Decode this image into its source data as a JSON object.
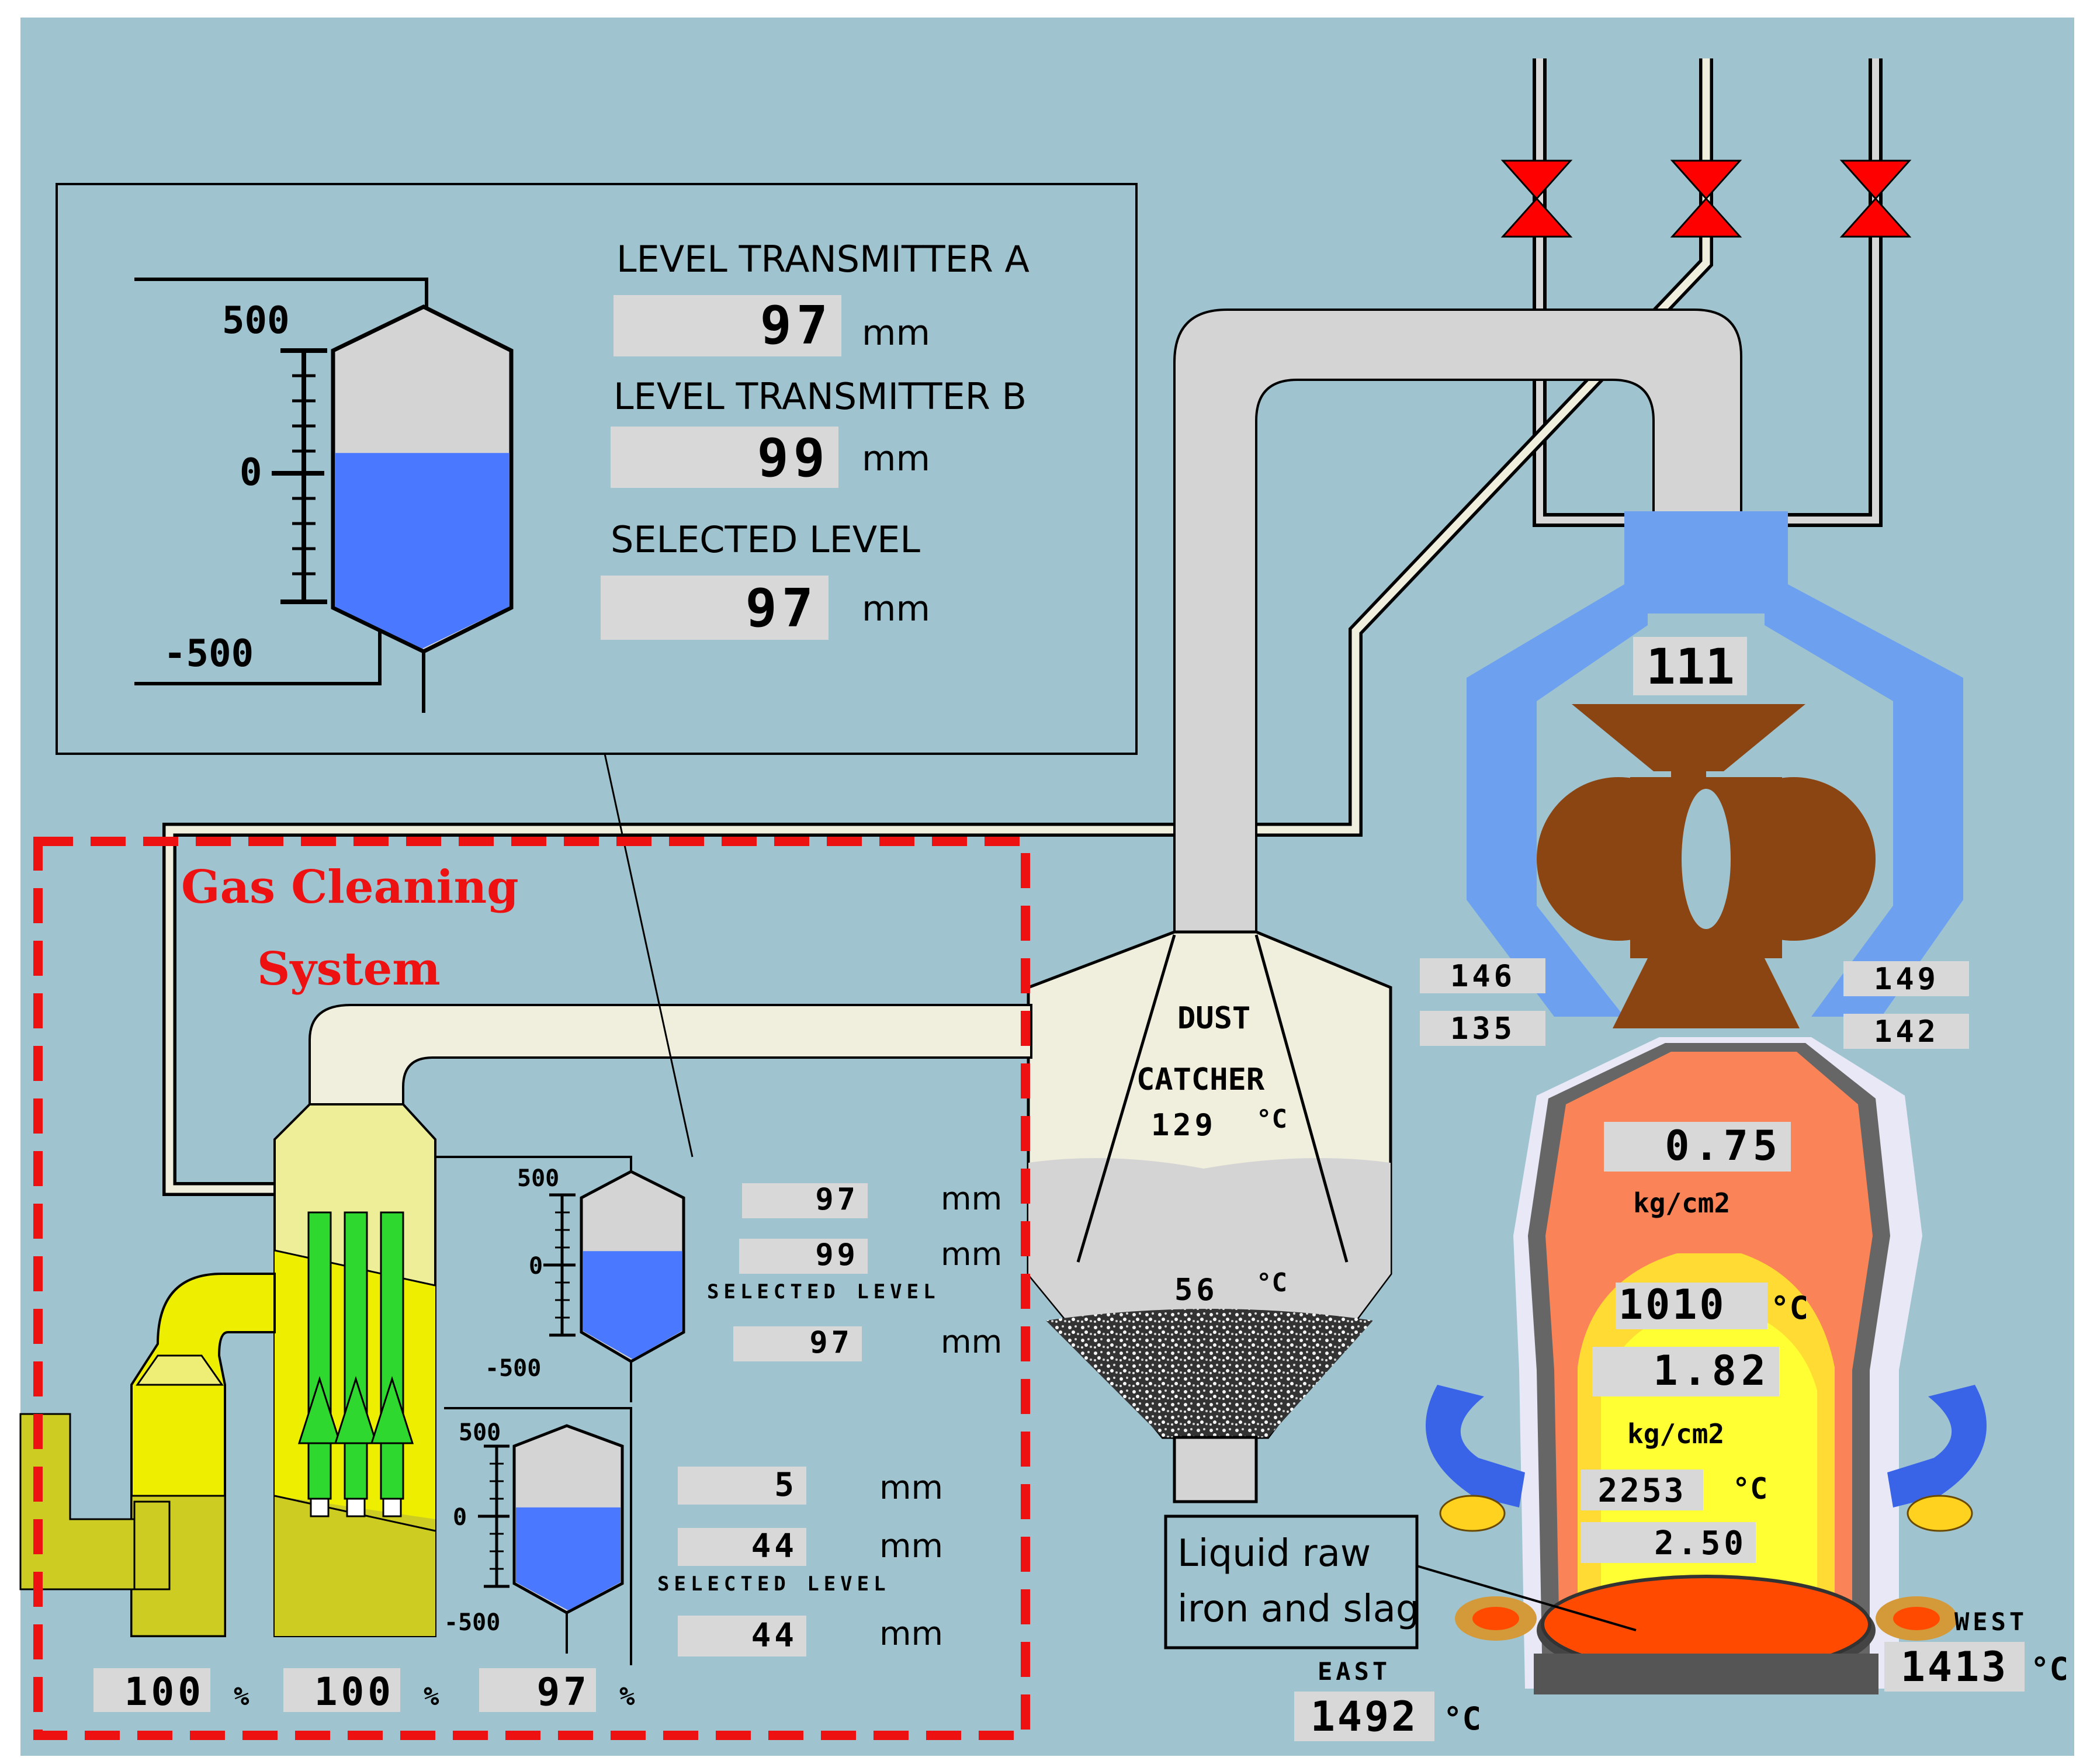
{
  "colors": {
    "background": "#9fc4d0",
    "pipe_gray": "#d4d4d4",
    "gas_pipe_cream": "#f0eedc",
    "valve_red": "#ff0000",
    "hood_blue": "#6da0ee",
    "hopper_brown": "#8b4513",
    "furnace_orange": "#fa8358",
    "furnace_yellow": "#ffff33",
    "liquid_red": "#ff4a00",
    "tank_fill_blue": "#4a78ff",
    "scrubber_yellow": "#eeee00",
    "filter_green": "#2ed82e",
    "highlight_red": "#ee1111",
    "readout_box": "#d8d8d8"
  },
  "inset_panel": {
    "scale_top": "500",
    "scale_mid": "0",
    "scale_bottom": "-500",
    "tank_level_fraction": 0.6,
    "transmitter_a_label": "LEVEL TRANSMITTER A",
    "transmitter_a_value": "97",
    "transmitter_b_label": "LEVEL TRANSMITTER B",
    "transmitter_b_value": "99",
    "selected_label": "SELECTED LEVEL",
    "selected_value": "97",
    "unit": "mm"
  },
  "gas_cleaning": {
    "title_line1": "Gas Cleaning",
    "title_line2": "System",
    "tank1": {
      "scale_top": "500",
      "scale_mid": "0",
      "scale_bottom": "-500",
      "level_fraction": 0.6,
      "value_a": "97",
      "value_b": "99",
      "selected_label": "SELECTED LEVEL",
      "selected_value": "97",
      "unit": "mm"
    },
    "tank2": {
      "scale_top": "500",
      "scale_mid": "0",
      "scale_bottom": "-500",
      "level_fraction": 0.55,
      "value_a": "5",
      "value_b": "44",
      "selected_label": "SELECTED LEVEL",
      "selected_value": "44",
      "unit": "mm"
    },
    "percent_1": "100",
    "percent_2": "100",
    "percent_3": "97",
    "percent_unit": "%"
  },
  "dust_catcher": {
    "label_line1": "DUST",
    "label_line2": "CATCHER",
    "temp_top": "129",
    "temp_bottom": "56",
    "temp_unit": "°C"
  },
  "furnace": {
    "top_reading": "111",
    "left_upper": "146",
    "left_lower": "135",
    "right_upper": "149",
    "right_lower": "142",
    "top_pressure": "0.75",
    "pressure_unit": "kg/cm2",
    "mid_temp": "1010",
    "mid_pressure": "1.82",
    "bosh_temp": "2253",
    "bottom_pressure": "2.50",
    "temp_unit": "°C",
    "callout_line1": "Liquid raw",
    "callout_line2": "iron and slag",
    "east_label": "EAST",
    "east_temp": "1492",
    "west_label": "WEST",
    "west_temp": "1413"
  }
}
